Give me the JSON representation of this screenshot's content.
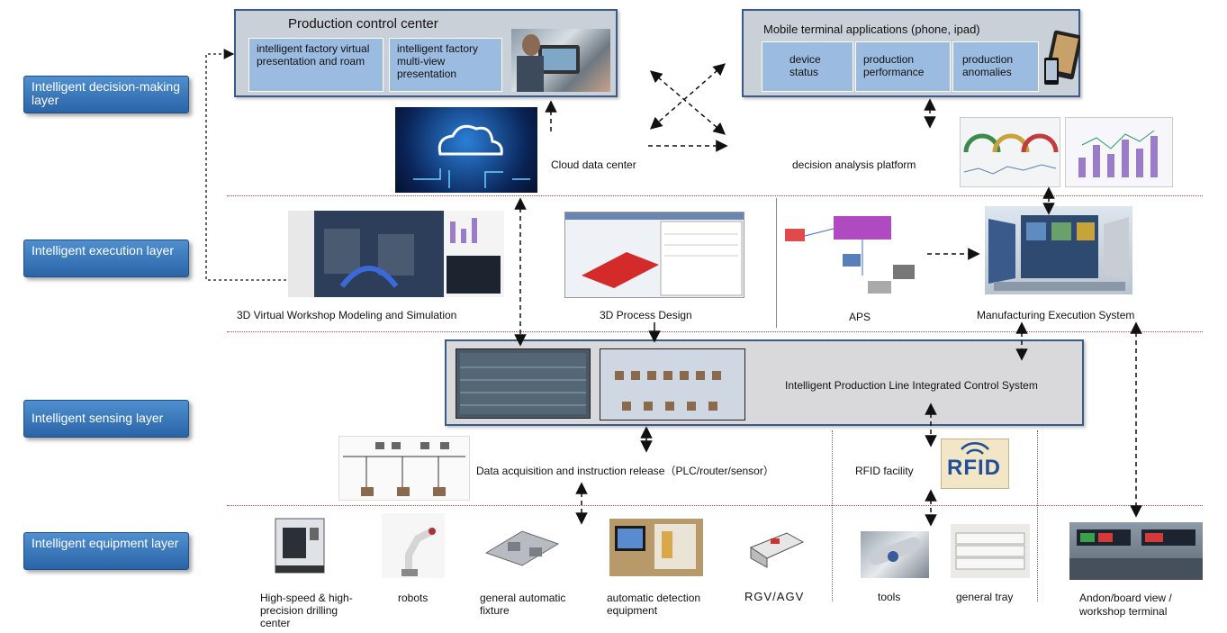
{
  "layers": {
    "decision": "Intelligent decision-making layer",
    "execution": "Intelligent execution layer",
    "sensing": "Intelligent sensing layer",
    "equipment": "Intelligent equipment layer"
  },
  "decision_layer": {
    "production_control_center": {
      "title": "Production control center",
      "items": [
        "intelligent factory virtual presentation and roam",
        "intelligent factory multi-view presentation"
      ]
    },
    "mobile_terminal": {
      "title": "Mobile terminal applications (phone, ipad)",
      "items": [
        "device status",
        "production performance",
        "production anomalies"
      ]
    },
    "cloud_data_center": "Cloud data center",
    "decision_analysis_platform": "decision analysis platform"
  },
  "execution_layer": {
    "virtual_workshop": "3D Virtual Workshop Modeling and Simulation",
    "process_design": "3D Process Design",
    "aps": "APS",
    "mes": "Manufacturing Execution System"
  },
  "sensing_layer": {
    "control_system": "Intelligent Production Line Integrated Control System",
    "data_acquisition": "Data acquisition and instruction release（PLC/router/sensor）",
    "rfid_facility": "RFID facility",
    "rfid_logo": "RFID"
  },
  "equipment_layer": {
    "drilling_center": "High-speed & high-precision drilling center",
    "robots": "robots",
    "fixture": "general automatic fixture",
    "detection": "automatic detection equipment",
    "rgv_agv": "RGV/AGV",
    "tools": "tools",
    "tray": "general tray",
    "andon": "Andon/board view / workshop terminal"
  },
  "colors": {
    "layer_label_bg": "#3a78c0",
    "panel_border": "#3a5a8c",
    "panel_bg": "#c9d0d8",
    "item_box": "#9bbce0",
    "separator": "#c23a3a"
  }
}
